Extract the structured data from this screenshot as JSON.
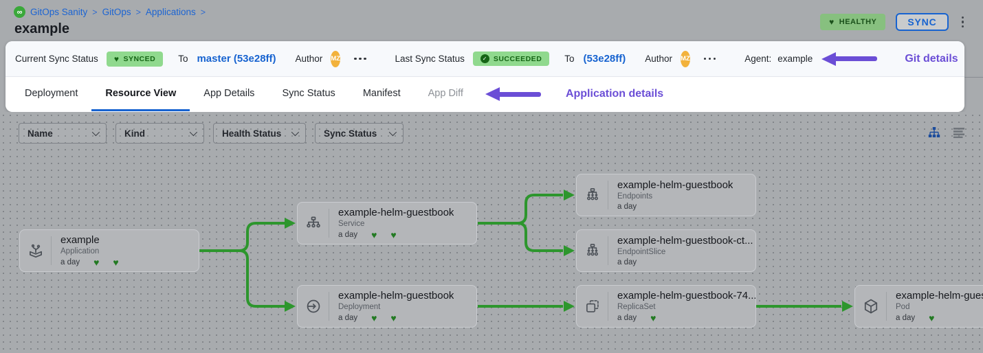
{
  "breadcrumb": {
    "separator": ">",
    "logo_glyph": "∞",
    "items": [
      {
        "label": "GitOps Sanity"
      },
      {
        "label": "GitOps"
      },
      {
        "label": "Applications"
      }
    ]
  },
  "page_title": "example",
  "header": {
    "health_badge": {
      "icon": "heart",
      "label": "HEALTHY"
    },
    "sync_button": {
      "label": "SYNC"
    }
  },
  "status_bar": {
    "current": {
      "label": "Current Sync Status",
      "badge": "SYNCED",
      "to": "To",
      "target": "master (53e28ff)",
      "author_label": "Author",
      "avatar_initials": "MZ"
    },
    "last": {
      "label": "Last Sync Status",
      "badge": "SUCCEEDED",
      "to": "To",
      "target": "(53e28ff)",
      "author_label": "Author",
      "avatar_initials": "MZ"
    },
    "agent": {
      "label": "Agent:",
      "value": "example"
    },
    "annotation": "Git details"
  },
  "tabs": {
    "items": [
      {
        "label": "Deployment"
      },
      {
        "label": "Resource View",
        "active": true
      },
      {
        "label": "App Details"
      },
      {
        "label": "Sync Status"
      },
      {
        "label": "Manifest"
      },
      {
        "label": "App Diff",
        "disabled": true
      }
    ],
    "annotation": "Application details"
  },
  "filters": {
    "items": [
      {
        "label": "Name"
      },
      {
        "label": "Kind"
      },
      {
        "label": "Health Status"
      },
      {
        "label": "Sync Status"
      }
    ]
  },
  "icons": {
    "heart": "♥",
    "check": "✓"
  },
  "graph": {
    "nodes": [
      {
        "name": "example",
        "kind": "Application",
        "age": "a day",
        "hearts": "♥ ♥"
      },
      {
        "name": "example-helm-guestbook",
        "kind": "Service",
        "age": "a day",
        "hearts": "♥ ♥"
      },
      {
        "name": "example-helm-guestbook",
        "kind": "Deployment",
        "age": "a day",
        "hearts": "♥ ♥"
      },
      {
        "name": "example-helm-guestbook",
        "kind": "Endpoints",
        "age": "a day",
        "hearts": ""
      },
      {
        "name": "example-helm-guestbook-ct...",
        "kind": "EndpointSlice",
        "age": "a day",
        "hearts": ""
      },
      {
        "name": "example-helm-guestbook-74...",
        "kind": "ReplicaSet",
        "age": "a day",
        "hearts": "♥"
      },
      {
        "name": "example-helm-guest",
        "kind": "Pod",
        "age": "a day",
        "hearts": "♥"
      }
    ]
  },
  "colors": {
    "accent_blue": "#1763d0",
    "breadcrumb_blue": "#1b64d3",
    "edge_green": "#2d962d",
    "heart_green": "#237a23",
    "badge_green_bg": "#90d98e",
    "badge_green_text": "#156515",
    "healthy_badge_bg": "#87c07f",
    "annotation_purple": "#6b4ed6",
    "avatar_orange": "#f2b23c",
    "canvas_gray": "#a8abae",
    "node_gray": "#b4b6b9"
  }
}
